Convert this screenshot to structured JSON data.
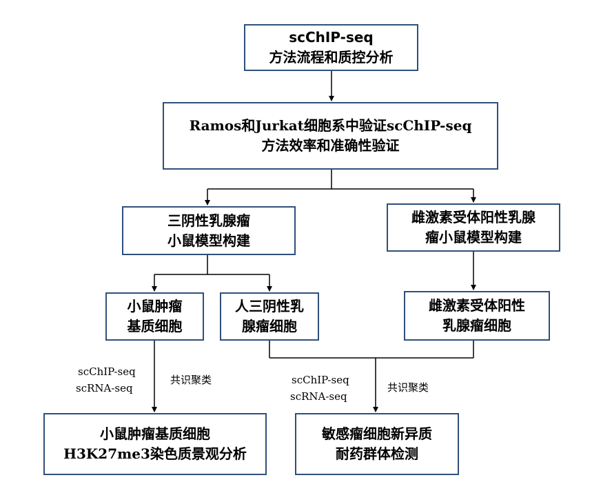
{
  "nodes": {
    "top": [
      "scChIP-seq",
      "方法流程和质控分析"
    ],
    "validation": [
      "Ramos和Jurkat细胞系中验证scChIP-seq",
      "方法效率和准确性验证"
    ],
    "tnbc_model": [
      "三阴性乳腺瘤",
      "小鼠模型构建"
    ],
    "er_model": [
      "雌激素受体阳性乳腺",
      "瘤小鼠模型构建"
    ],
    "mouse_stroma": [
      "小鼠肿瘤",
      "基质细胞"
    ],
    "human_tnbc": [
      "人三阴性乳",
      "腺瘤细胞"
    ],
    "er_cells": [
      "雌激素受体阳性",
      "乳腺瘤细胞"
    ],
    "h3k27me3": [
      "小鼠肿瘤基质细胞",
      "H3K27me3染色质景观分析"
    ],
    "resistance": [
      "敏感瘤细胞新异质",
      "耐药群体检测"
    ]
  },
  "edge_labels": {
    "left_methods": [
      "scChIP-seq",
      "scRNA-seq"
    ],
    "left_clustering": "共识聚类",
    "right_methods": [
      "scChIP-seq",
      "scRNA-seq"
    ],
    "right_clustering": "共识聚类"
  }
}
